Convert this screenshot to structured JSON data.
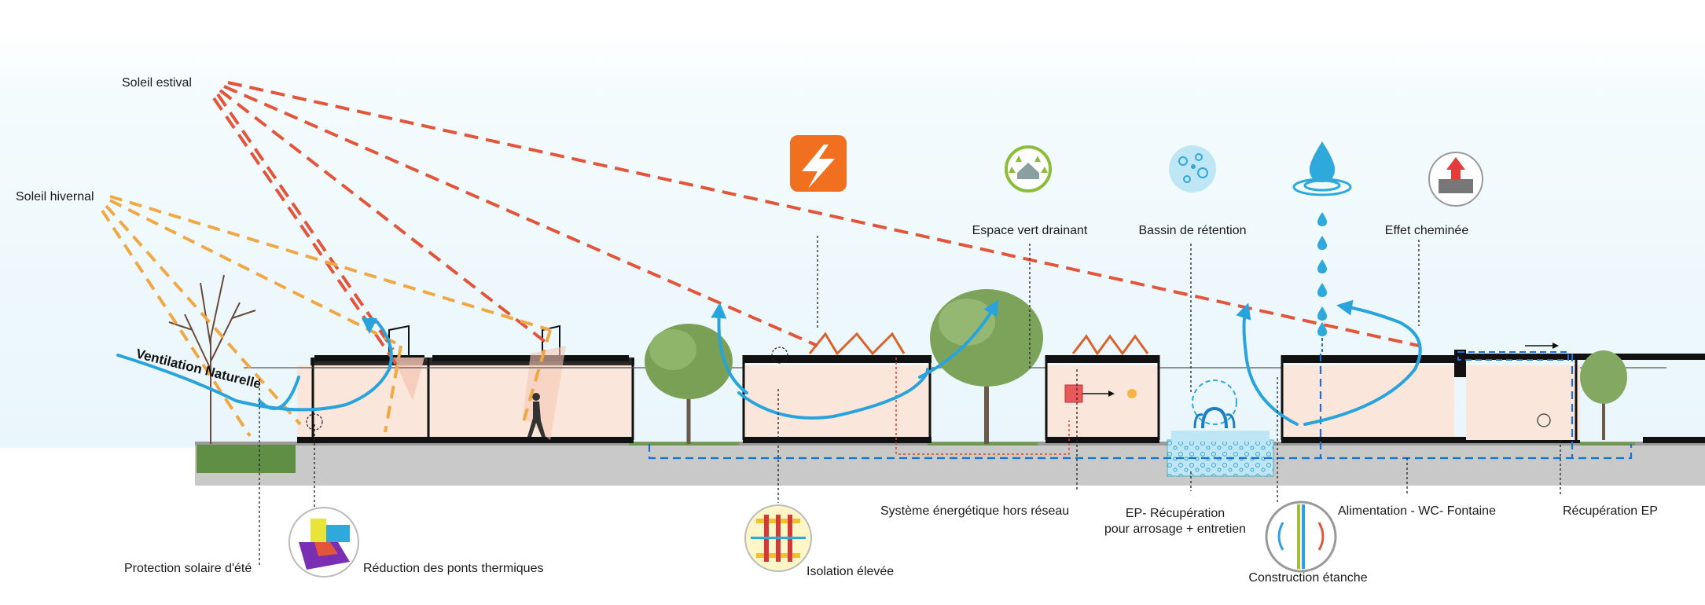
{
  "labels": {
    "soleil_estival": "Soleil estival",
    "soleil_hivernal": "Soleil hivernal",
    "ventilation": "Ventilation Naturelle",
    "espace_vert": "Espace vert drainant",
    "bassin": "Bassin de rétention",
    "effet_cheminee": "Effet cheminée",
    "protection_solaire": "Protection solaire d'été",
    "ponts_thermiques": "Réduction des ponts thermiques",
    "isolation": "Isolation élevée",
    "systeme_energetique": "Système énergétique hors réseau",
    "ep_recuperation_1": "EP- Récupération",
    "ep_recuperation_2": "pour arrosage + entretien",
    "construction_etanche": "Construction étanche",
    "alimentation": "Alimentation - WC- Fontaine",
    "recuperation_ep": "Récupération EP"
  },
  "colors": {
    "summer_sun_rays": "#e2553a",
    "winter_sun_rays": "#f0a845",
    "airflow": "#29a3dc",
    "energy_icon": "#f07020",
    "green_icon": "#8cbd3a",
    "water": "#2fa8dc",
    "ground": "#c8c8c8",
    "grass": "#6a9a4a",
    "interior": "#fbe6dc"
  },
  "icons": [
    "lightning-icon",
    "green-space-icon",
    "retention-basin-icon",
    "water-drop-icon",
    "chimney-effect-icon",
    "thermal-bridge-icon",
    "insulation-icon",
    "waterproof-construction-icon"
  ]
}
